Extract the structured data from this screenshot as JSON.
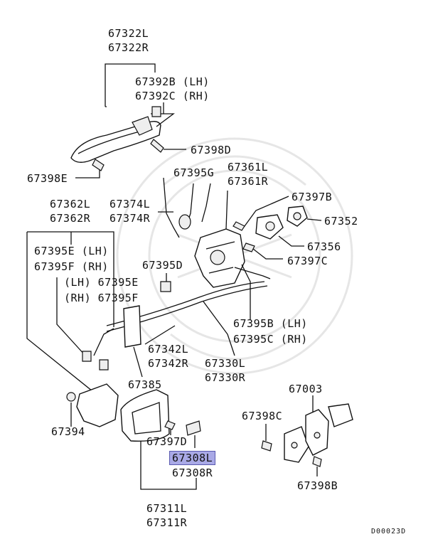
{
  "labels": {
    "p67322L": "67322L",
    "p67322R": "67322R",
    "p67392B": "67392B (LH)",
    "p67392C": "67392C (RH)",
    "p67398D": "67398D",
    "p67398E": "67398E",
    "p67395G": "67395G",
    "p67361L": "67361L",
    "p67361R": "67361R",
    "p67362L": "67362L",
    "p67362R": "67362R",
    "p67374L": "67374L",
    "p67374R": "67374R",
    "p67397B": "67397B",
    "p67352": "67352",
    "p67356": "67356",
    "p67397C": "67397C",
    "p67395E": "67395E (LH)",
    "p67395F": "67395F (RH)",
    "p67395D": "67395D",
    "p67395E2": "(LH) 67395E",
    "p67395F2": "(RH) 67395F",
    "p67395B": "67395B (LH)",
    "p67395C": "67395C (RH)",
    "p67342L": "67342L",
    "p67342R": "67342R",
    "p67330L": "67330L",
    "p67330R": "67330R",
    "p67385": "67385",
    "p67003": "67003",
    "p67398C": "67398C",
    "p67394": "67394",
    "p67397D": "67397D",
    "p67308L": "67308L",
    "p67308R": "67308R",
    "p67398B": "67398B",
    "p67311L": "67311L",
    "p67311R": "67311R"
  },
  "diagram_code": "D00023D",
  "colors": {
    "highlight": "#a9a9e6",
    "line": "#111111",
    "watermark": "#e6e6e6"
  }
}
